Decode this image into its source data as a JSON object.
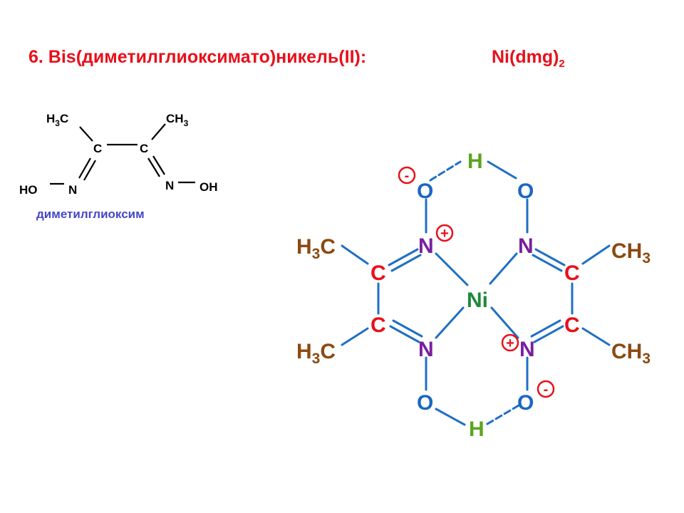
{
  "title": "6. Bis(диметилглиоксимато)никель(II):",
  "formula": {
    "main": "Ni(dmg)",
    "sub": "2"
  },
  "ligand": {
    "caption": "диметилглиоксим",
    "ch3_left": "H",
    "ch3_left_sub": "3",
    "ch3_left_c": "C",
    "ch3_right_c": "CH",
    "ch3_right_sub": "3",
    "c_left": "C",
    "c_right": "C",
    "n_left": "N",
    "n_right": "N",
    "ho": "HO",
    "oh": "OH"
  },
  "complex": {
    "metal": "Ni",
    "h_top": "H",
    "h_bottom": "H",
    "o_tl": "O",
    "o_tr": "O",
    "o_bl": "O",
    "o_br": "O",
    "n_tl": "N",
    "n_tr": "N",
    "n_bl": "N",
    "n_br": "N",
    "c_l1": "C",
    "c_l2": "C",
    "c_r1": "C",
    "c_r2": "C",
    "me_tl": "H",
    "me_tl_sub": "3",
    "me_tl_c": "C",
    "me_bl": "H",
    "me_bl_sub": "3",
    "me_bl_c": "C",
    "me_tr": "CH",
    "me_tr_sub": "3",
    "me_br": "CH",
    "me_br_sub": "3",
    "minus": "-",
    "plus": "+"
  },
  "colors": {
    "title": "#e8101a",
    "black": "#000000",
    "caption": "#4646c8",
    "bond": "#1f6fc4",
    "hydrogen": "#5aa51e",
    "oxygen": "#1a67c2",
    "nitrogen": "#7a1f9e",
    "carbon": "#e8101a",
    "methyl": "#8b4a12",
    "nickel": "#1e8a3a"
  }
}
